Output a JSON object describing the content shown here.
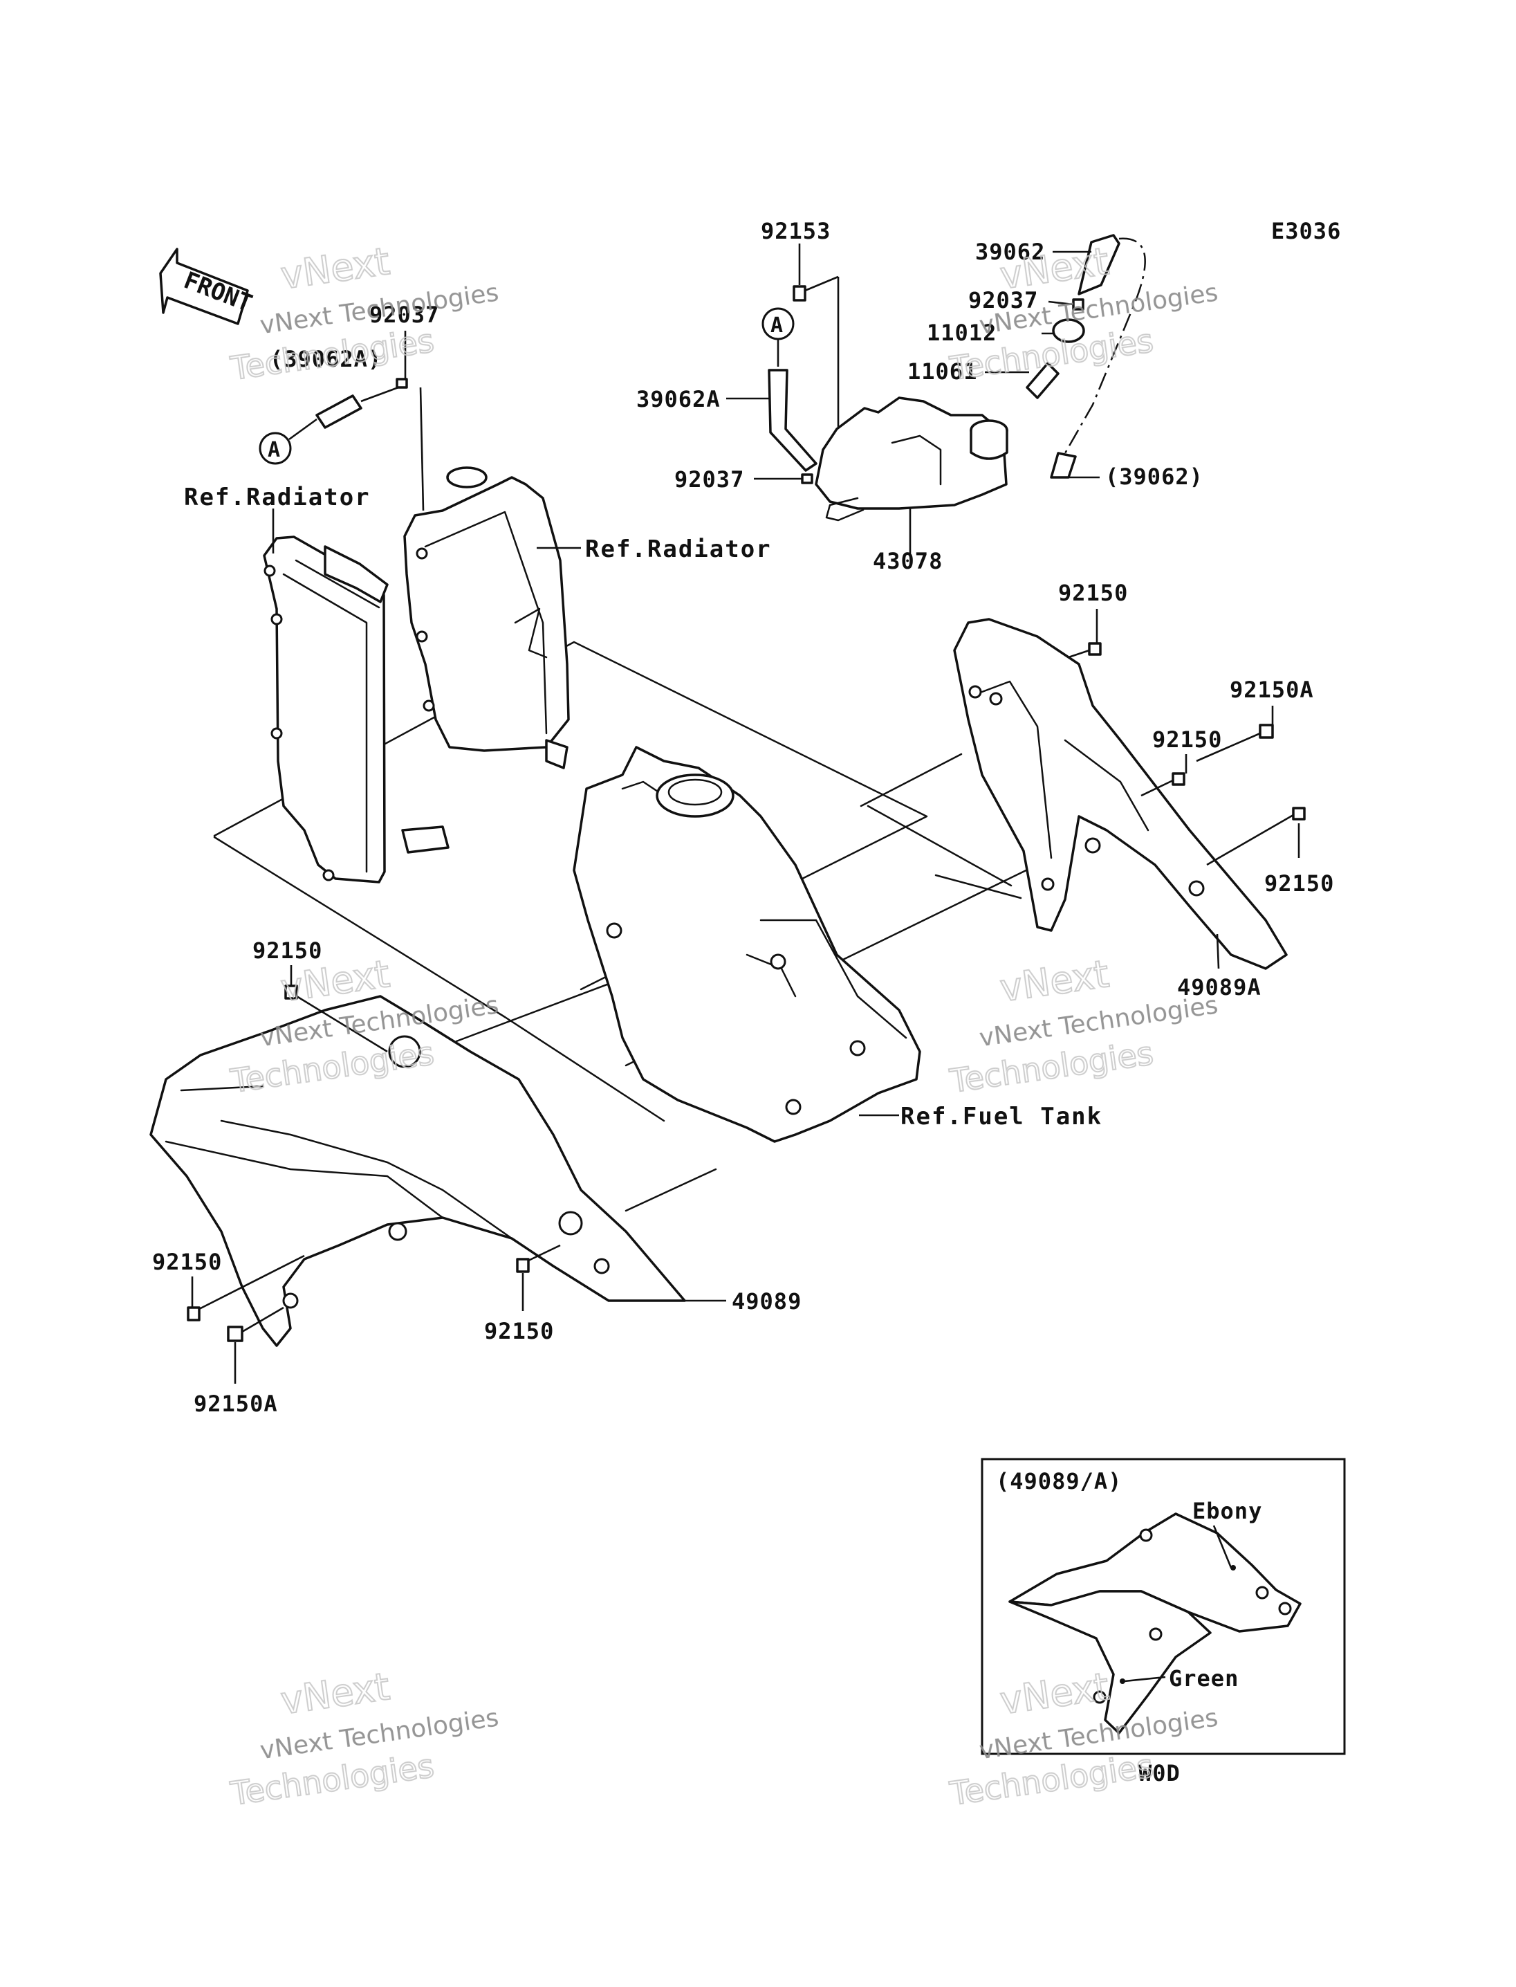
{
  "diagram_code": "E3036",
  "front_arrow_text": "FRONT",
  "callout_marker": "A",
  "references": {
    "radiator_left": "Ref.Radiator",
    "radiator_right": "Ref.Radiator",
    "fuel_tank": "Ref.Fuel Tank"
  },
  "part_labels": {
    "p92153": "92153",
    "p39062_top": "39062",
    "p92037_top_right": "92037",
    "p11012": "11012",
    "p11061": "11061",
    "p39062A_mid": "39062A",
    "p92037_mid": "92037",
    "p39062_paren": "(39062)",
    "p43078": "43078",
    "p92037_left": "92037",
    "p39062A_paren": "(39062A)",
    "p92150_a": "92150",
    "p92150A_right": "92150A",
    "p92150_b": "92150",
    "p92150_c": "92150",
    "p49089A": "49089A",
    "p92150_d": "92150",
    "p92150_e": "92150",
    "p92150_f": "92150",
    "p49089": "49089",
    "p92150A_left": "92150A"
  },
  "inset": {
    "title": "(49089/A)",
    "color_upper": "Ebony",
    "color_lower": "Green",
    "code": "W0D"
  },
  "watermark": {
    "line1": "vNext",
    "line2": "vNext Technologies",
    "line3": "Technologies"
  }
}
